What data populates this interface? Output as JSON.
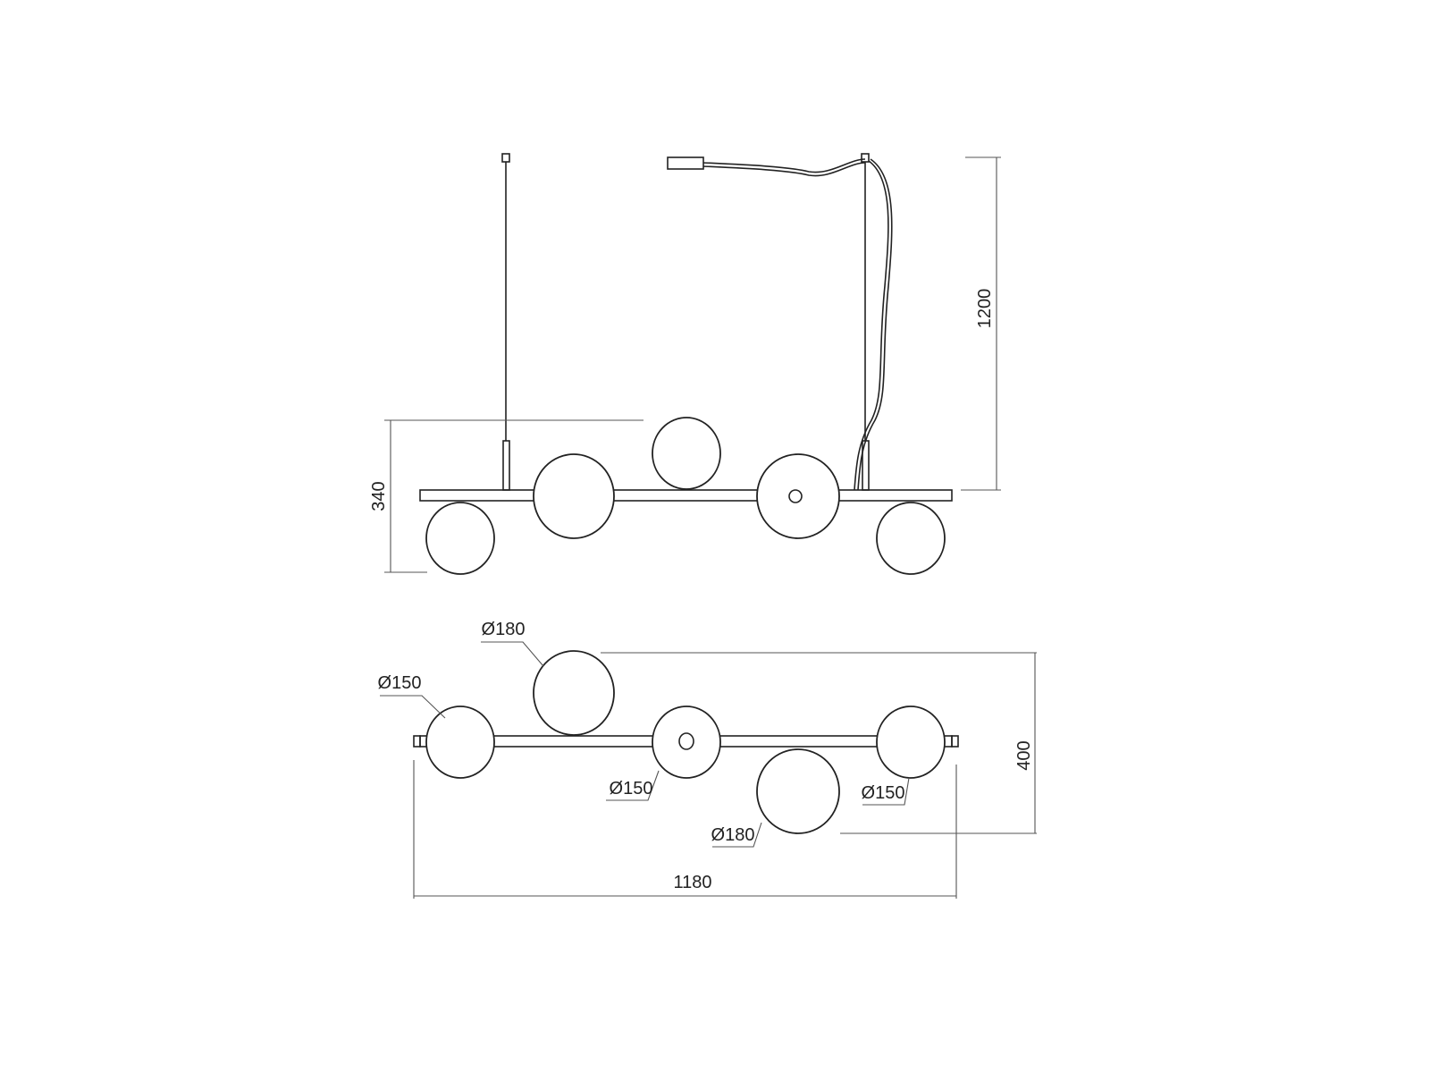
{
  "elevation": {
    "height_total": "1200",
    "height_body": "340"
  },
  "plan": {
    "globe_labels": [
      "Ø150",
      "Ø180",
      "Ø150",
      "Ø180",
      "Ø150"
    ],
    "depth": "400",
    "length": "1180"
  },
  "colors": {
    "line": "#222222",
    "dimension": "#555555",
    "background": "#ffffff"
  }
}
